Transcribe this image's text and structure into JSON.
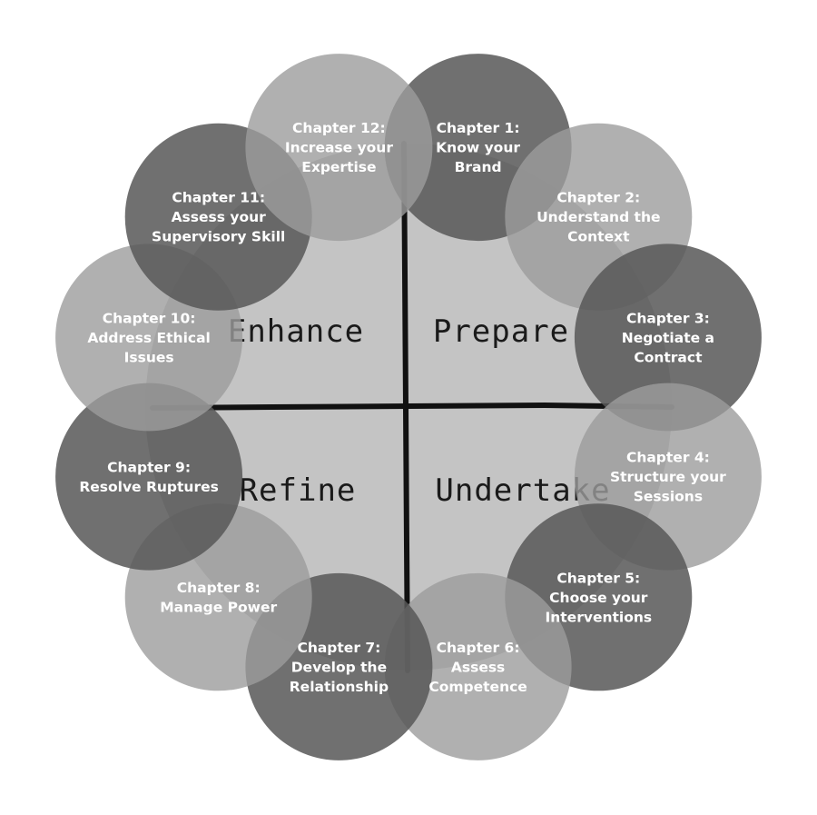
{
  "quadrants": {
    "enhance": "Enhance",
    "prepare": "Prepare",
    "refine": "Refine",
    "undertake": "Undertake"
  },
  "colors": {
    "center_disc": "#c4c4c4",
    "dark_circle": "#585858",
    "light_circle": "#9c9c9c",
    "axis_lines": "#111111",
    "label_text": "#ffffff"
  },
  "chapters": [
    {
      "lines": [
        "Chapter 1:",
        "Know your",
        "Brand"
      ],
      "shade": "dark"
    },
    {
      "lines": [
        "Chapter 2:",
        "Understand the",
        "Context"
      ],
      "shade": "light"
    },
    {
      "lines": [
        "Chapter 3:",
        "Negotiate a",
        "Contract"
      ],
      "shade": "dark"
    },
    {
      "lines": [
        "Chapter 4:",
        "Structure your",
        "Sessions"
      ],
      "shade": "light"
    },
    {
      "lines": [
        "Chapter 5:",
        "Choose your",
        "Interventions"
      ],
      "shade": "dark"
    },
    {
      "lines": [
        "Chapter 6:",
        "Assess",
        "Competence"
      ],
      "shade": "light"
    },
    {
      "lines": [
        "Chapter 7:",
        "Develop the",
        "Relationship"
      ],
      "shade": "dark"
    },
    {
      "lines": [
        "Chapter 8:",
        "Manage Power"
      ],
      "shade": "light"
    },
    {
      "lines": [
        "Chapter 9:",
        "Resolve Ruptures"
      ],
      "shade": "dark"
    },
    {
      "lines": [
        "Chapter 10:",
        "Address Ethical",
        "Issues"
      ],
      "shade": "light"
    },
    {
      "lines": [
        "Chapter 11:",
        "Assess your",
        "Supervisory Skill"
      ],
      "shade": "dark"
    },
    {
      "lines": [
        "Chapter 12:",
        "Increase your",
        "Expertise"
      ],
      "shade": "light"
    }
  ]
}
